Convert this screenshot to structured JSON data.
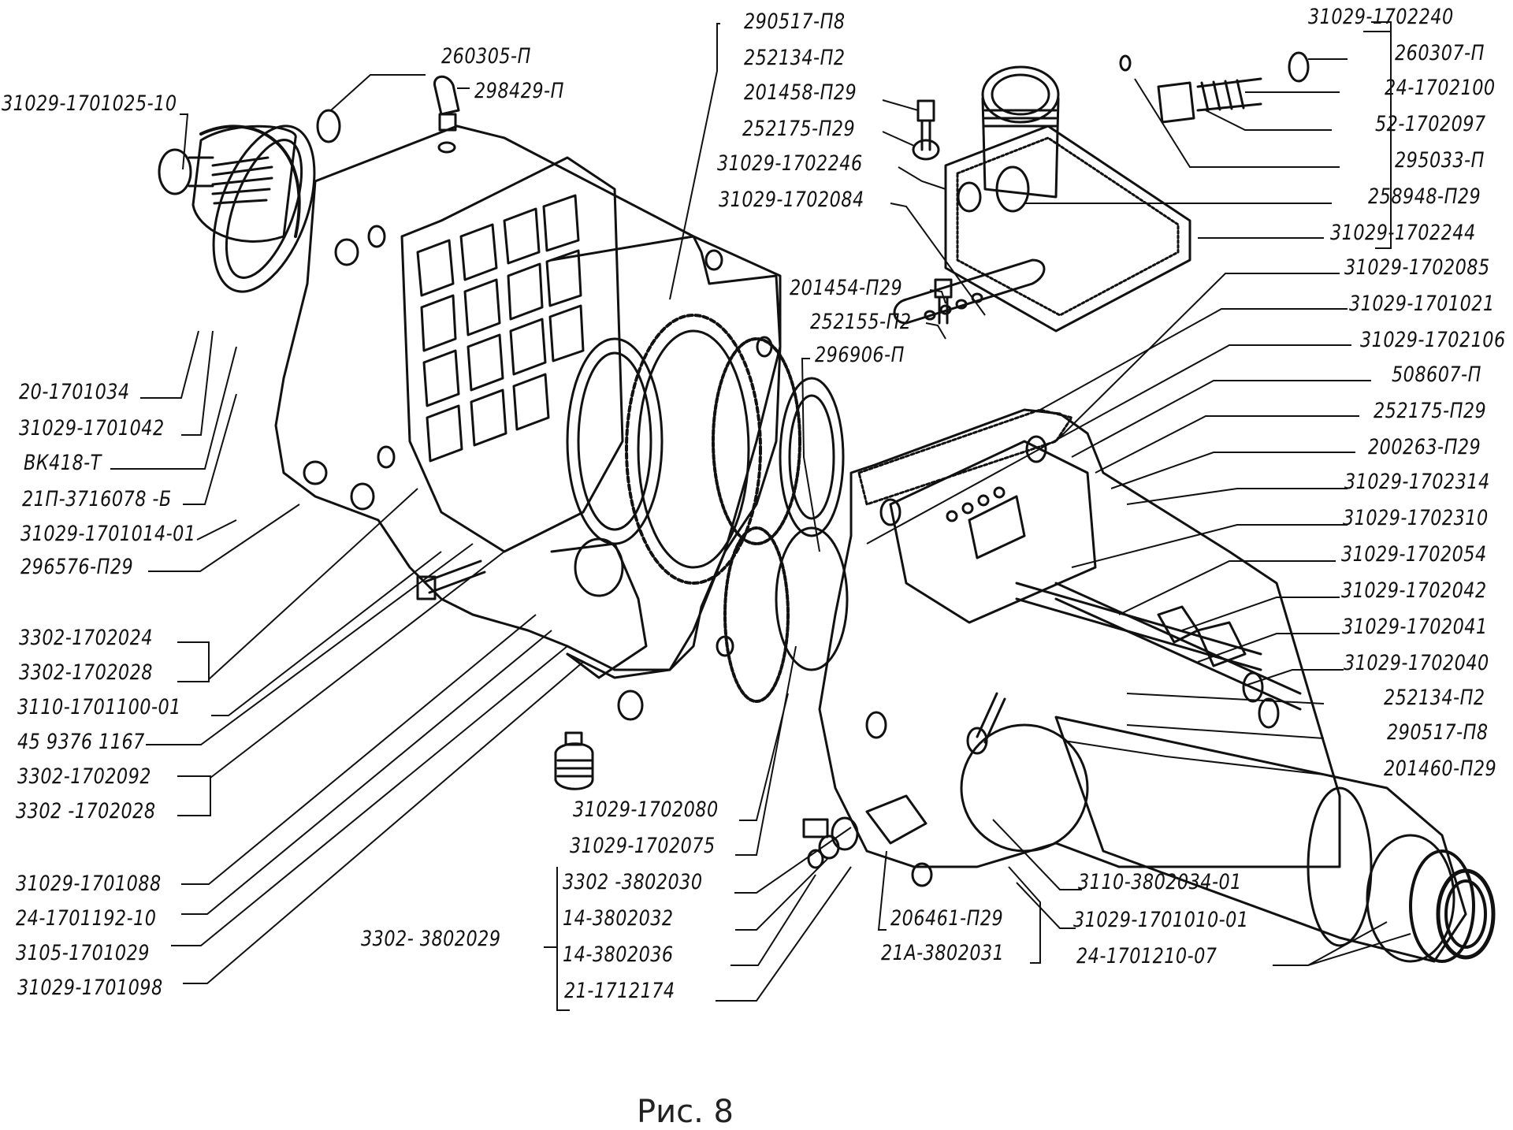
{
  "figure": {
    "caption": "Рис. 8",
    "subject": "gearbox exploded view"
  },
  "labels": {
    "top_left": [
      "31029-1701025-10",
      "260305-П",
      "298429-П"
    ],
    "top_center": [
      "290517-П8",
      "252134-П2",
      "201458-П29",
      "252175-П29",
      "31029-1702246",
      "31029-1702084",
      "201454-П29",
      "252155-П2",
      "296906-П"
    ],
    "right": [
      "31029-1702240",
      "260307-П",
      "24-1702100",
      "52-1702097",
      "295033-П",
      "258948-П29",
      "31029-1702244",
      "31029-1702085",
      "31029-1701021",
      "31029-1702106",
      "508607-П",
      "252175-П29",
      "200263-П29",
      "31029-1702314",
      "31029-1702310",
      "31029-1702054",
      "31029-1702042",
      "31029-1702041",
      "31029-1702040",
      "252134-П2",
      "290517-П8",
      "201460-П29"
    ],
    "left": [
      "20-1701034",
      "31029-1701042",
      "ВК418-Т",
      "21П-3716078 -Б",
      "31029-1701014-01",
      "296576-П29",
      "3302-1702024",
      "3302-1702028",
      "3110-1701100-01",
      "45 9376 1167",
      "3302-1702092",
      "3302 -1702028",
      "31029-1701088",
      "24-1701192-10",
      "3105-1701029",
      "31029-1701098"
    ],
    "bottom_center": [
      "31029-1702080",
      "31029-1702075",
      "3302 -3802030",
      "14-3802032",
      "14-3802036",
      "21-1712174",
      "3302- 3802029",
      "206461-П29",
      "21А-3802031"
    ],
    "bottom_right": [
      "3110-3802034-01",
      "31029-1701010-01",
      "24-1701210-07"
    ]
  }
}
